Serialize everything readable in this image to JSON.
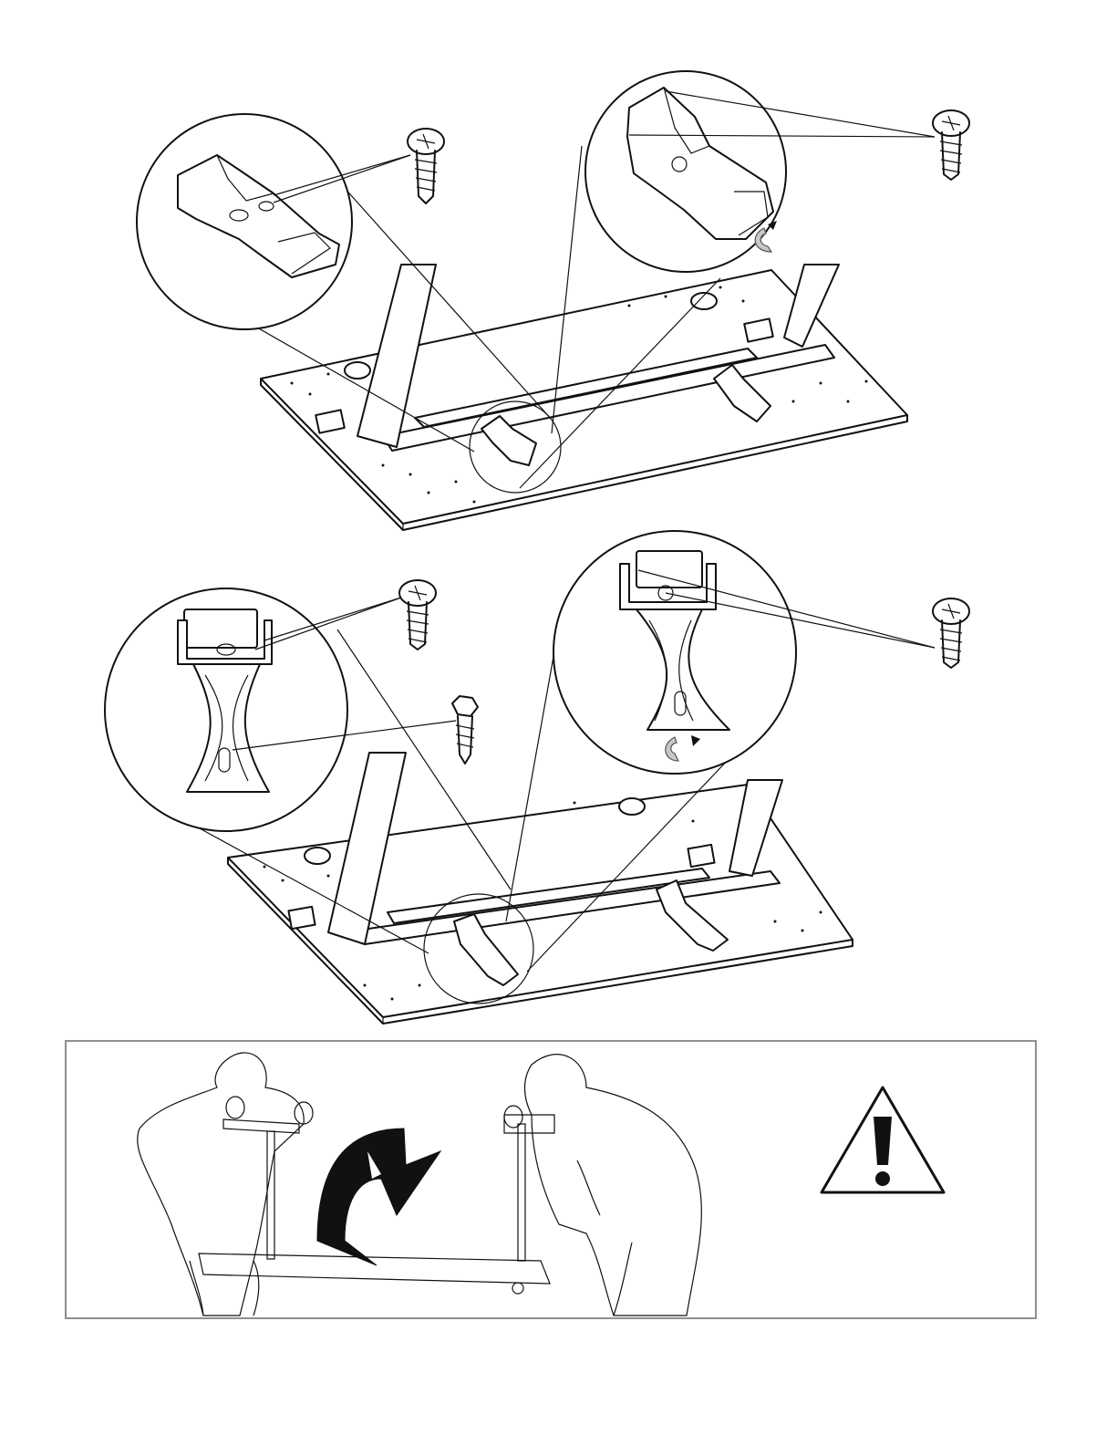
{
  "page": {
    "description_text": ""
  },
  "steps": [
    {
      "id": "step-attach-feet-top",
      "callouts": [
        "foot-bracket-left-detail",
        "foot-bracket-right-detail"
      ],
      "fasteners": [
        "phillips-pan-screw",
        "phillips-pan-screw"
      ]
    },
    {
      "id": "step-attach-feet-bottom",
      "callouts": [
        "foot-front-left-detail",
        "foot-front-right-detail"
      ],
      "fasteners": [
        "phillips-pan-screw",
        "hex-head-screw",
        "phillips-pan-screw"
      ]
    }
  ],
  "safety": {
    "warning_icon": "exclamation-triangle-icon",
    "flip_icon": "rotate-arrow-icon"
  },
  "colors": {
    "line": "#111111",
    "panel_border": "#8f8f8f",
    "arrow_grey": "#c8c8c8"
  }
}
